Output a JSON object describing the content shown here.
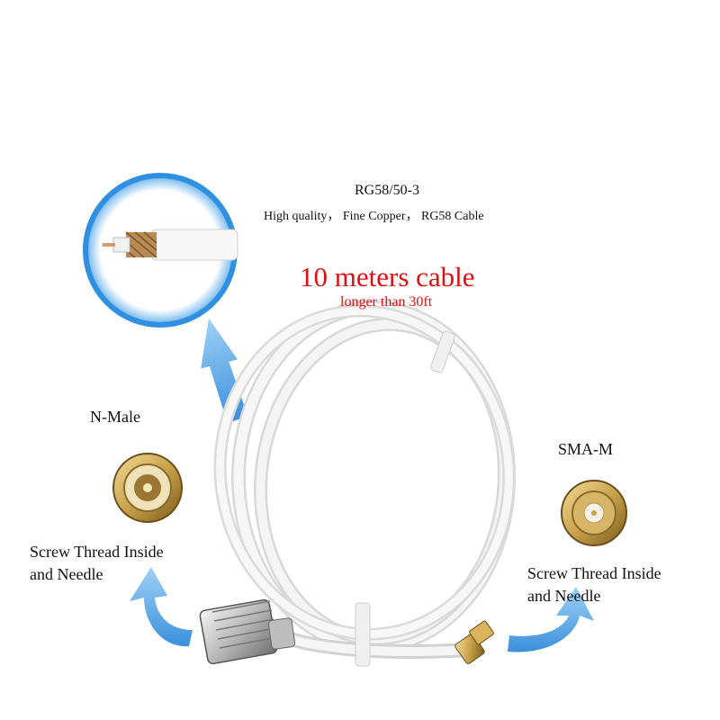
{
  "header": {
    "model": "RG58/50-3",
    "features": "High quality， Fine Copper， RG58 Cable"
  },
  "length": {
    "main": "10 meters cable",
    "note": "longer than 30ft"
  },
  "left_connector": {
    "name": "N-Male",
    "desc_line1": "Screw Thread Inside",
    "desc_line2": "and Needle"
  },
  "right_connector": {
    "name": "SMA-M",
    "desc_line1": "Screw Thread Inside",
    "desc_line2": "and Needle"
  },
  "colors": {
    "accent_red": "#e01010",
    "arrow_blue": "#4aa3e8",
    "circle_ring": "#2f8fe0",
    "cable_white": "#f2f2f2",
    "brass": "#c9a24a"
  },
  "icons": [
    "arrow-up-icon",
    "arrow-curve-left-icon",
    "arrow-curve-right-icon"
  ]
}
